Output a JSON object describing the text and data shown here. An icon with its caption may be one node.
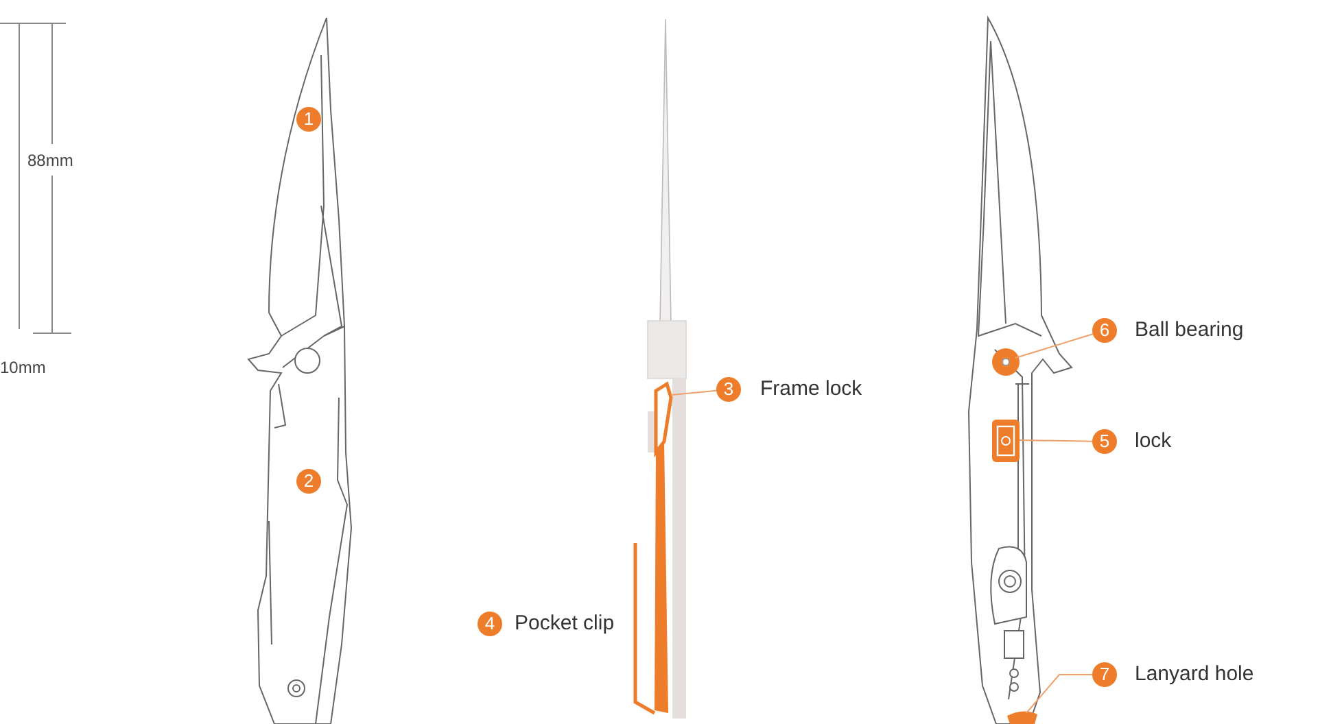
{
  "diagram": {
    "nodes": [
      {
        "text": [
          "1"
        ]
      },
      {
        "text": [
          "2"
        ]
      },
      {
        "text": [
          "3"
        ],
        "beside": [
          "Frame lock"
        ]
      },
      {
        "text": [
          "4"
        ],
        "beside": [
          "Pocket clip"
        ]
      },
      {
        "text": [
          "6"
        ],
        "beside": [
          "Ball bearing"
        ]
      },
      {
        "text": [
          "5"
        ],
        "beside": [
          "lock"
        ]
      },
      {
        "text": [
          "7"
        ],
        "beside": [
          "Lanyard hole"
        ]
      },
      {
        "text": [],
        "shape": "bar"
      },
      {
        "text": [],
        "shape": "circle"
      },
      {
        "text": [],
        "shape": "box"
      },
      {
        "text": [],
        "shape": "picture"
      }
    ],
    "edges": [
      {
        "from": 2,
        "to": 7,
        "arrow": "none"
      },
      {
        "from": 4,
        "to": 8,
        "arrow": "none"
      },
      {
        "from": 5,
        "to": 9,
        "arrow": "none"
      },
      {
        "from": 6,
        "to": 10,
        "arrow": "none"
      }
    ],
    "labels": [
      "88mm",
      "10mm"
    ]
  }
}
